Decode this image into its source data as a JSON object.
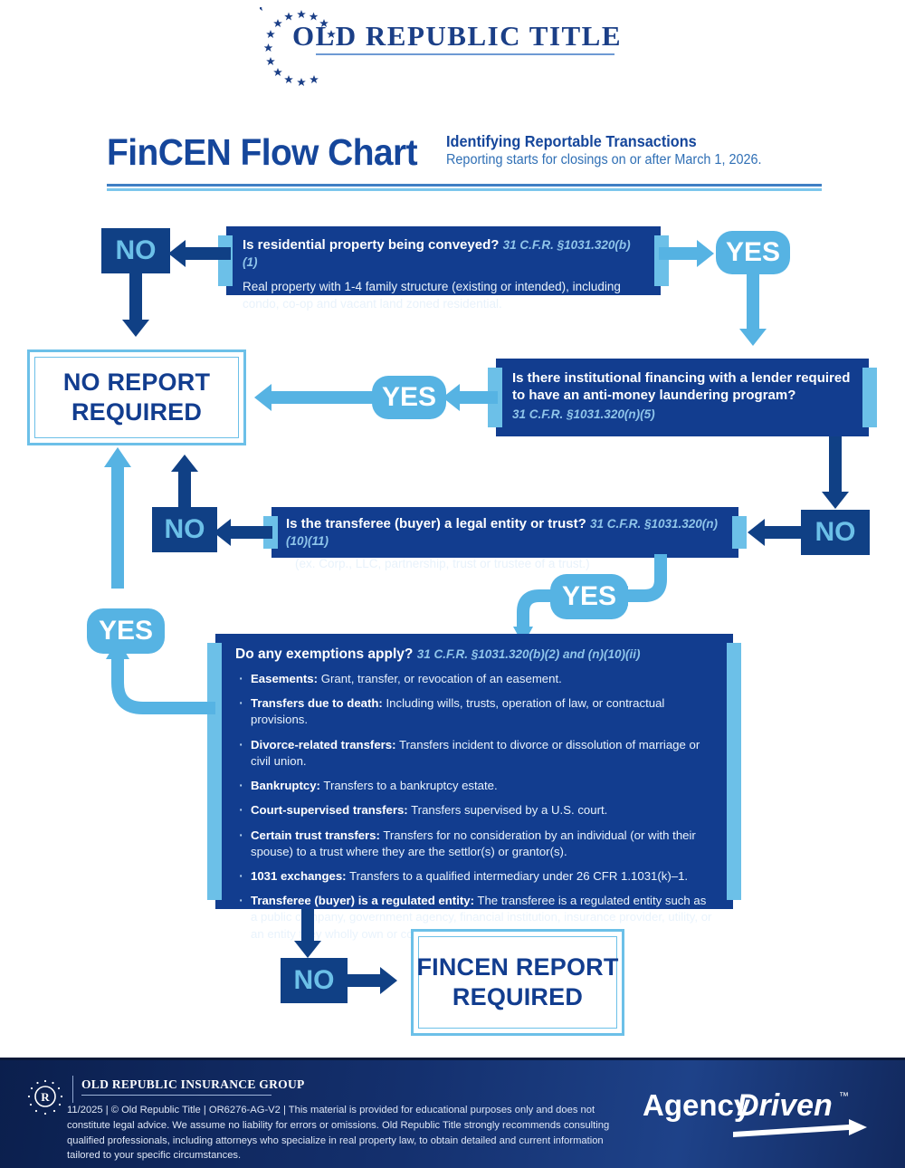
{
  "brand": {
    "logo_text": "OLD REPUBLIC TITLE",
    "footer_company": "OLD REPUBLIC INSURANCE GROUP",
    "agency_driven": "AgencyDriven",
    "agency_driven_tm": "™",
    "colors": {
      "navy": "#123d8f",
      "dark_navy": "#104085",
      "light_blue": "#56b3e3",
      "pale_blue": "#6cc0e8",
      "title_blue": "#15469b"
    }
  },
  "header": {
    "title": "FinCEN Flow Chart",
    "subtitle": "Identifying Reportable Transactions",
    "effective_note": "Reporting starts for closings on or after March 1, 2026."
  },
  "flow": {
    "q1": {
      "question": "Is residential property being conveyed?",
      "citation": "31 C.F.R. §1031.320(b)(1)",
      "detail": "Real property with 1-4 family structure (existing or intended), including condo, co-op and vacant land zoned residential."
    },
    "q2": {
      "question_line1": "Is there institutional financing with a lender required",
      "question_line2": "to have an anti-money laundering program?",
      "citation": "31 C.F.R. §1031.320(n)(5)"
    },
    "q3": {
      "question": "Is the transferee (buyer) a legal entity or trust?",
      "citation": "31 C.F.R. §1031.320(n)(10)(11)",
      "detail": "(ex. Corp., LLC, partnership, trust or trustee of a trust.)"
    },
    "q4": {
      "question": "Do any exemptions apply?",
      "citation": "31 C.F.R. §1031.320(b)(2) and (n)(10)(ii)",
      "items": [
        {
          "term": "Easements:",
          "text": " Grant, transfer, or revocation of an easement."
        },
        {
          "term": "Transfers due to death:",
          "text": " Including wills, trusts, operation of law, or contractual provisions."
        },
        {
          "term": "Divorce-related transfers:",
          "text": " Transfers incident to divorce or dissolution of marriage or civil union."
        },
        {
          "term": "Bankruptcy:",
          "text": " Transfers to a bankruptcy estate."
        },
        {
          "term": "Court-supervised transfers:",
          "text": " Transfers supervised by a U.S. court."
        },
        {
          "term": "Certain trust transfers:",
          "text": " Transfers for no consideration by an individual (or with their spouse) to a trust where they are the settlor(s) or grantor(s)."
        },
        {
          "term": "1031 exchanges:",
          "text": " Transfers to a qualified intermediary under 26 CFR 1.1031(k)–1."
        },
        {
          "term": "Transferee (buyer) is a regulated entity:",
          "text": " The transferee is a regulated entity such as a public company, government agency, financial institution, insurance provider, utility, or an entity they wholly own or control."
        }
      ]
    },
    "badges": {
      "no_q1": "NO",
      "yes_q1": "YES",
      "yes_q2": "YES",
      "no_q2": "NO",
      "no_q3": "NO",
      "yes_q3": "YES",
      "yes_q4": "YES",
      "no_q4": "NO"
    },
    "outcomes": {
      "no_report_line1": "NO REPORT",
      "no_report_line2": "REQUIRED",
      "fincen_line1": "FINCEN REPORT",
      "fincen_line2": "REQUIRED"
    }
  },
  "footer": {
    "disclaimer": "11/2025 | © Old Republic Title | OR6276-AG-V2 | This material is provided for educational purposes only and does not constitute legal advice. We assume no liability for errors or omissions. Old Republic Title strongly recommends consulting qualified professionals, including attorneys who specialize in real property law, to obtain detailed and current information tailored to your specific circumstances."
  },
  "chart_data": {
    "type": "flowchart",
    "title": "FinCEN Flow Chart — Identifying Reportable Transactions",
    "nodes": [
      {
        "id": "q1",
        "kind": "decision",
        "label": "Is residential property being conveyed?"
      },
      {
        "id": "q2",
        "kind": "decision",
        "label": "Is there institutional financing with a lender required to have an anti-money laundering program?"
      },
      {
        "id": "q3",
        "kind": "decision",
        "label": "Is the transferee (buyer) a legal entity or trust?"
      },
      {
        "id": "q4",
        "kind": "decision",
        "label": "Do any exemptions apply?"
      },
      {
        "id": "no_report",
        "kind": "terminal",
        "label": "NO REPORT REQUIRED"
      },
      {
        "id": "fincen",
        "kind": "terminal",
        "label": "FINCEN REPORT REQUIRED"
      }
    ],
    "edges": [
      {
        "from": "q1",
        "to": "no_report",
        "label": "NO"
      },
      {
        "from": "q1",
        "to": "q2",
        "label": "YES"
      },
      {
        "from": "q2",
        "to": "no_report",
        "label": "YES"
      },
      {
        "from": "q2",
        "to": "q3",
        "label": "NO"
      },
      {
        "from": "q3",
        "to": "no_report",
        "label": "NO"
      },
      {
        "from": "q3",
        "to": "q4",
        "label": "YES"
      },
      {
        "from": "q4",
        "to": "no_report",
        "label": "YES"
      },
      {
        "from": "q4",
        "to": "fincen",
        "label": "NO"
      }
    ]
  }
}
